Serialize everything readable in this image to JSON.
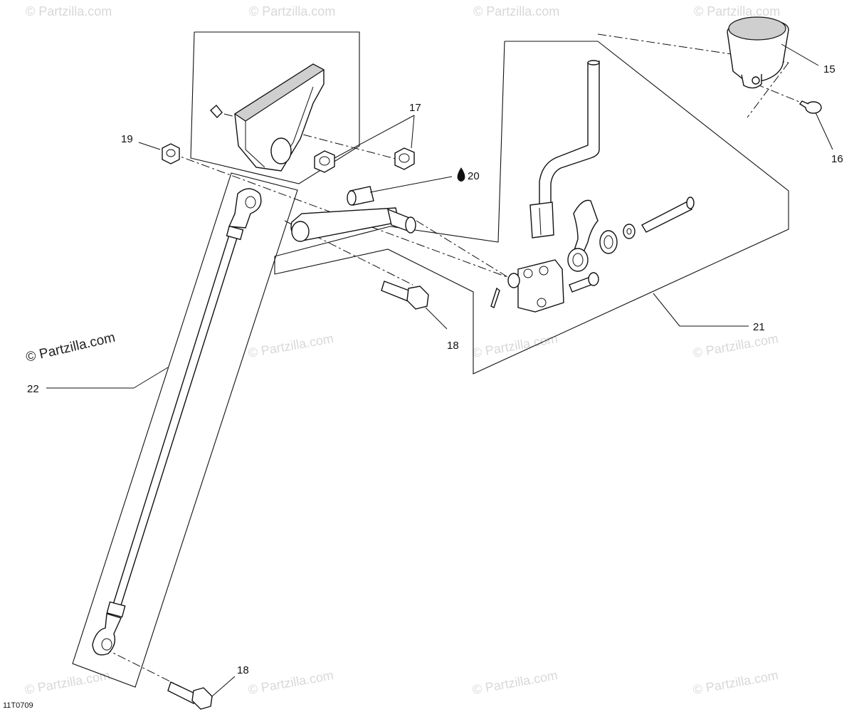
{
  "diagram": {
    "drawing_code": "11T0709",
    "watermark": "© Partzilla.com",
    "callouts": {
      "c15": "15",
      "c16": "16",
      "c17": "17",
      "c18a": "18",
      "c18b": "18",
      "c19": "19",
      "c20": "20",
      "c21": "21",
      "c22": "22"
    },
    "colors": {
      "line": "#111111",
      "watermark": "#d8d8d8",
      "background": "#ffffff"
    },
    "icons": {
      "lubricant": "oil-drop-icon"
    }
  }
}
